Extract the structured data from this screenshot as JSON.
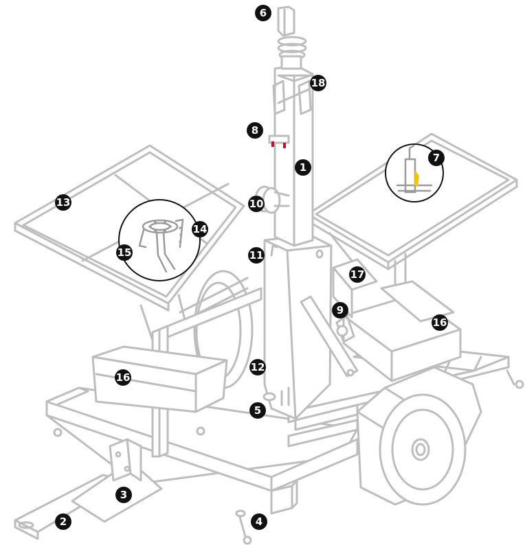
{
  "colors": {
    "line": "#bdbdbd",
    "detail_line": "#9a9a9a",
    "callout_fill": "#111111",
    "callout_text": "#ffffff",
    "pin_accent": "#c8102e",
    "latch_accent": "#f5c400"
  },
  "callouts": [
    "1",
    "2",
    "3",
    "4",
    "5",
    "6",
    "7",
    "8",
    "9",
    "10",
    "11",
    "12",
    "13",
    "14",
    "15",
    "16",
    "16",
    "17",
    "18"
  ]
}
